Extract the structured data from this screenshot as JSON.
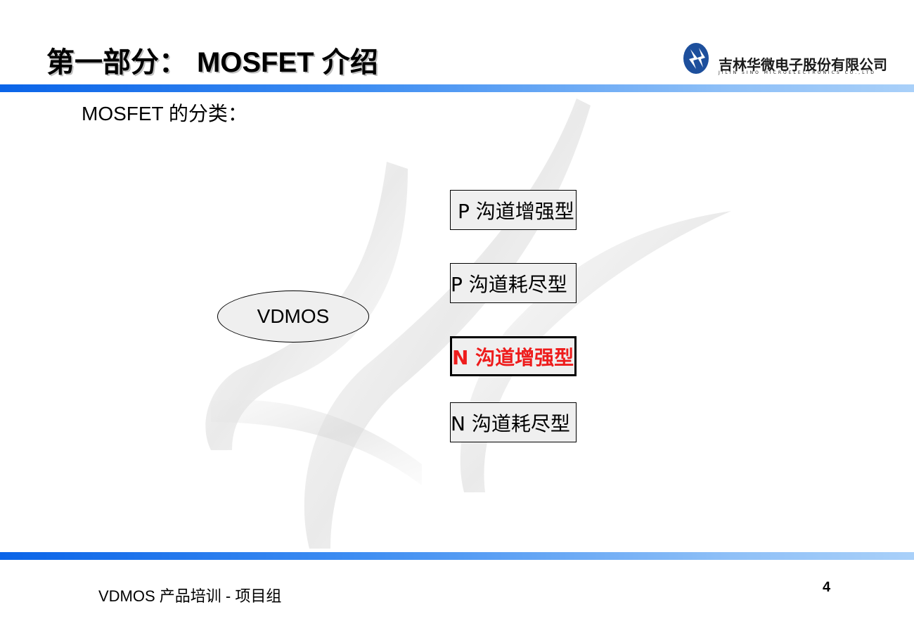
{
  "header": {
    "title_cn": "第一部分：",
    "title_en": "MOSFET 介绍"
  },
  "logo": {
    "name_cn": "吉林华微电子股份有限公司",
    "name_en": "JILIN SINO MICROELECTRONICS CO.,LTD"
  },
  "subtitle": "MOSFET 的分类：",
  "diagram": {
    "root": "VDMOS",
    "types": [
      {
        "label": "P 沟道增强型",
        "highlighted": false
      },
      {
        "label": "P 沟道耗尽型",
        "highlighted": false
      },
      {
        "label": "N 沟道增强型",
        "highlighted": true
      },
      {
        "label": "N 沟道耗尽型",
        "highlighted": false
      }
    ]
  },
  "footer": {
    "text": "VDMOS 产品培训 - 项目组",
    "page_number": "4"
  },
  "colors": {
    "accent_blue": "#0a64e8",
    "highlight_red": "#ee1c1c"
  }
}
